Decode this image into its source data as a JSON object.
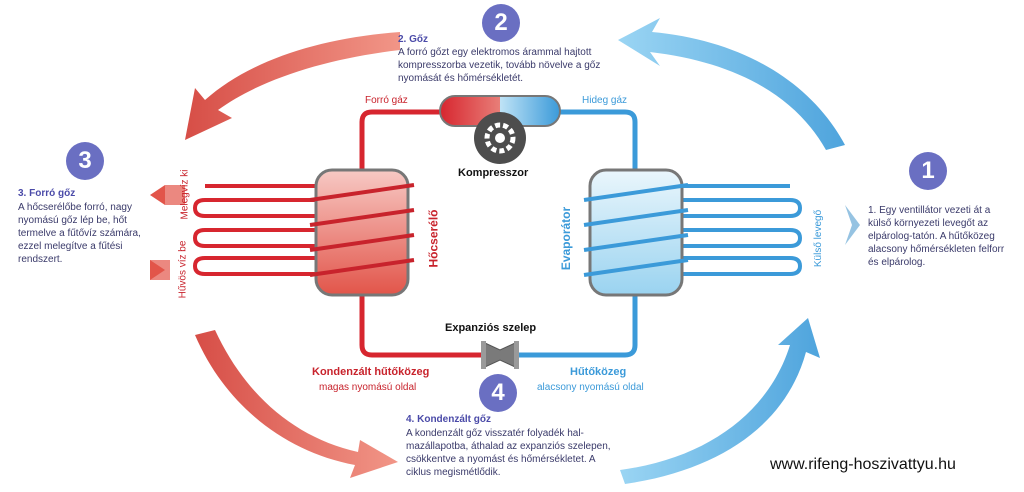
{
  "steps": {
    "s1": {
      "number": "1",
      "text": "1. Egy ventillátor vezeti át a külső környezeti levegőt az elpárolog-tatón. A hűtőközeg alacsony hőmérsékleten felforr és elpárolog."
    },
    "s2": {
      "number": "2",
      "title": "2. Gőz",
      "text": "A forró gőzt egy elektromos árammal hajtott kompresszorba vezetik, tovább növelve a gőz nyomását és hőmérsékletét."
    },
    "s3": {
      "number": "3",
      "title": "3. Forró gőz",
      "text": "A hőcserélőbe forró, nagy nyomású gőz lép be, hőt termelve a fűtővíz számára, ezzel melegítve a fűtési rendszert."
    },
    "s4": {
      "number": "4",
      "title": "4. Kondenzált gőz",
      "text": "A kondenzált gőz visszatér folyadék hal-mazállapotba, áthalad az expanziós szelepen, csökkentve a nyomást és hőmérsékletet. A ciklus megismétlődik."
    }
  },
  "labels": {
    "hot_gas": "Forró gáz",
    "cold_gas": "Hideg gáz",
    "compressor": "Kompresszor",
    "heat_exchanger": "Hőcserélő",
    "evaporator": "Evaporátor",
    "expansion_valve": "Expanziós szelep",
    "condensed_title": "Kondenzált hűtőközeg",
    "condensed_sub": "magas nyomású oldal",
    "refrigerant_title": "Hűtőközeg",
    "refrigerant_sub": "alacsony nyomású oldal",
    "hot_water_out": "Melegvíz ki",
    "cool_water_in": "Hűvös víz be",
    "outside_air": "Külső levegő"
  },
  "footer": {
    "url": "www.rifeng-hoszivattyu.hu"
  },
  "colors": {
    "red": "#d7262f",
    "blue": "#3b9ad9",
    "badge": "#6a6fc2"
  }
}
